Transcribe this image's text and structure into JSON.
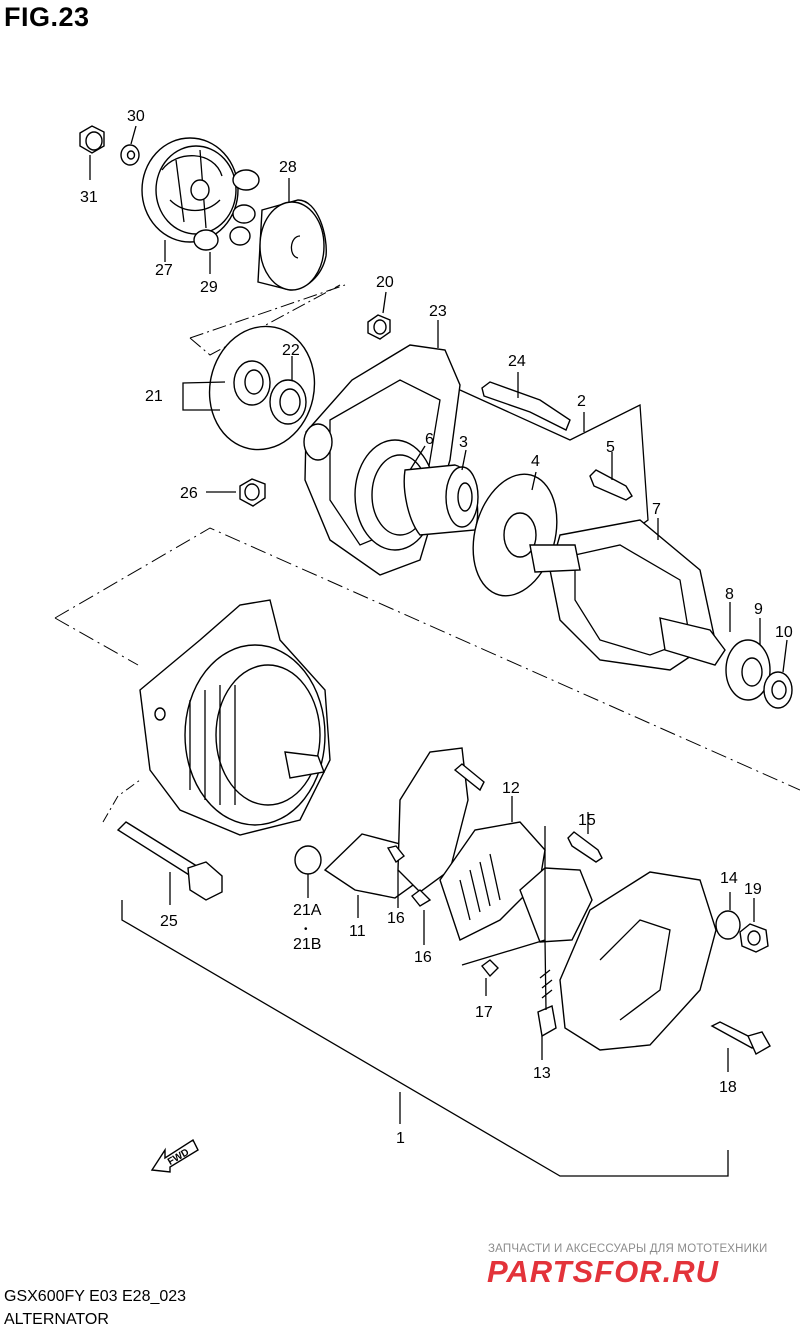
{
  "figure": {
    "title": "FIG.23",
    "model_code": "GSX600FY E03 E28_023",
    "section_name": "ALTERNATOR"
  },
  "fwd_label": "FWD",
  "watermark": {
    "caption": "ЗАПЧАСТИ И АКСЕССУАРЫ ДЛЯ МОТОТЕХНИКИ",
    "logo_text": "PARTSFOR.RU",
    "logo_color": "#e11d25"
  },
  "callouts": [
    {
      "id": "c1",
      "label": "1"
    },
    {
      "id": "c2",
      "label": "2"
    },
    {
      "id": "c3",
      "label": "3"
    },
    {
      "id": "c4",
      "label": "4"
    },
    {
      "id": "c5",
      "label": "5"
    },
    {
      "id": "c6",
      "label": "6"
    },
    {
      "id": "c7",
      "label": "7"
    },
    {
      "id": "c8",
      "label": "8"
    },
    {
      "id": "c9",
      "label": "9"
    },
    {
      "id": "c10",
      "label": "10"
    },
    {
      "id": "c11",
      "label": "11"
    },
    {
      "id": "c12",
      "label": "12"
    },
    {
      "id": "c13",
      "label": "13"
    },
    {
      "id": "c14",
      "label": "14"
    },
    {
      "id": "c15",
      "label": "15"
    },
    {
      "id": "c16a",
      "label": "16"
    },
    {
      "id": "c16b",
      "label": "16"
    },
    {
      "id": "c17",
      "label": "17"
    },
    {
      "id": "c18",
      "label": "18"
    },
    {
      "id": "c19",
      "label": "19"
    },
    {
      "id": "c20",
      "label": "20"
    },
    {
      "id": "c21",
      "label": "21"
    },
    {
      "id": "c21a",
      "label": "21A"
    },
    {
      "id": "c21dot",
      "label": "•"
    },
    {
      "id": "c21b",
      "label": "21B"
    },
    {
      "id": "c22",
      "label": "22"
    },
    {
      "id": "c23",
      "label": "23"
    },
    {
      "id": "c24",
      "label": "24"
    },
    {
      "id": "c25",
      "label": "25"
    },
    {
      "id": "c26",
      "label": "26"
    },
    {
      "id": "c27",
      "label": "27"
    },
    {
      "id": "c28",
      "label": "28"
    },
    {
      "id": "c29",
      "label": "29"
    },
    {
      "id": "c30",
      "label": "30"
    },
    {
      "id": "c31",
      "label": "31"
    }
  ]
}
